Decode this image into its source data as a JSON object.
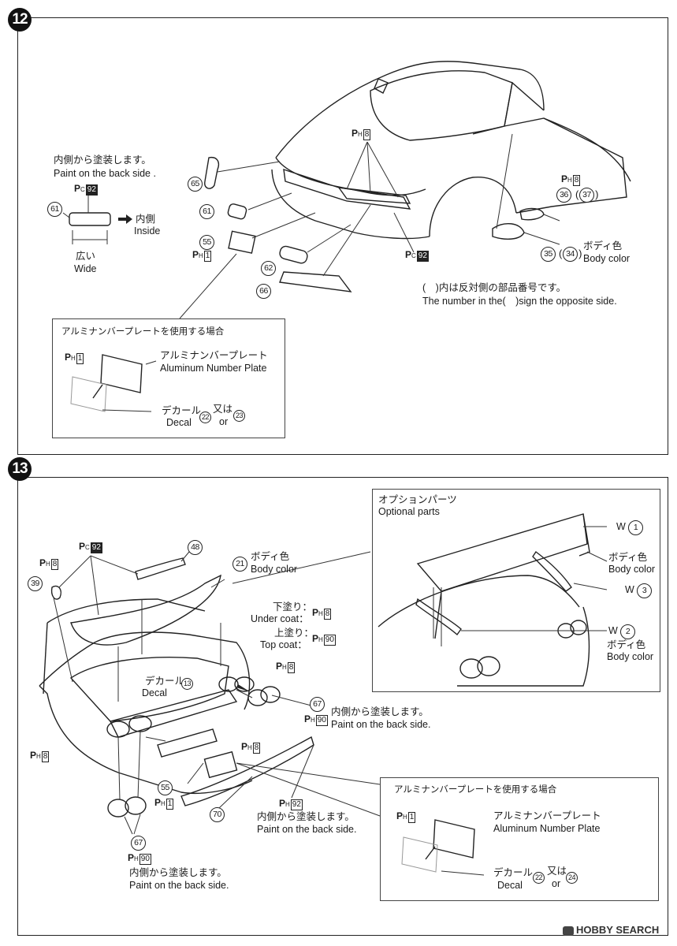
{
  "step12": {
    "number": "12",
    "back_side_ja": "内側から塗装します。",
    "back_side_en": "Paint on the back side .",
    "pc92": "92",
    "ph8": "8",
    "ph1": "1",
    "pc92b": "92",
    "inside_ja": "内側",
    "inside_en": "Inside",
    "wide_ja": "広い",
    "wide_en": "Wide",
    "parts": {
      "p65": "65",
      "p61": "61",
      "p61b": "61",
      "p55": "55",
      "p62": "62",
      "p66": "66",
      "p36": "36",
      "p37": "37",
      "p35": "35",
      "p34": "34"
    },
    "ph8b": "8",
    "body_color_ja": "ボディ色",
    "body_color_en": "Body color",
    "opposite_ja": "(　)内は反対側の部品番号です。",
    "opposite_en": "The number in the(　)sign the opposite side.",
    "plate_box": {
      "title": "アルミナンバープレートを使用する場合",
      "ph1": "1",
      "plate_ja": "アルミナンバープレート",
      "plate_en": "Aluminum Number Plate",
      "decal_ja": "デカール",
      "decal_en": "Decal",
      "mata": "又は",
      "or": "or",
      "d1": "22",
      "d2": "23"
    }
  },
  "step13": {
    "number": "13",
    "pc92": "92",
    "ph8": "8",
    "parts": {
      "p48": "48",
      "p39": "39",
      "p21": "21",
      "p67": "67",
      "p55": "55",
      "p70": "70",
      "p67b": "67",
      "d13": "13"
    },
    "body_color_ja": "ボディ色",
    "body_color_en": "Body color",
    "undercoat_ja": "下塗り：",
    "undercoat_en": "Under coat：",
    "uc8": "8",
    "topcoat_ja": "上塗り：",
    "topcoat_en": "Top coat：",
    "tc90": "90",
    "decal_ja": "デカール",
    "decal_en": "Decal",
    "ph8_lamp": "8",
    "ph90": "90",
    "back_side_ja": "内側から塗装します。",
    "back_side_en": "Paint on the back side.",
    "ph8_left": "8",
    "ph8_mid": "8",
    "ph1": "1",
    "ph92": "92",
    "ph90b": "90",
    "optional": {
      "title_ja": "オプションパーツ",
      "title_en": "Optional parts",
      "w1": "W",
      "n1": "1",
      "w2": "W",
      "n2": "2",
      "w3": "W",
      "n3": "3",
      "body_color_ja": "ボディ色",
      "body_color_en": "Body color"
    },
    "plate_box": {
      "title": "アルミナンバープレートを使用する場合",
      "ph1": "1",
      "plate_ja": "アルミナンバープレート",
      "plate_en": "Aluminum Number Plate",
      "decal_ja": "デカール",
      "decal_en": "Decal",
      "mata": "又は",
      "or": "or",
      "d1": "22",
      "d2": "24"
    }
  },
  "watermark": "HOBBY SEARCH"
}
